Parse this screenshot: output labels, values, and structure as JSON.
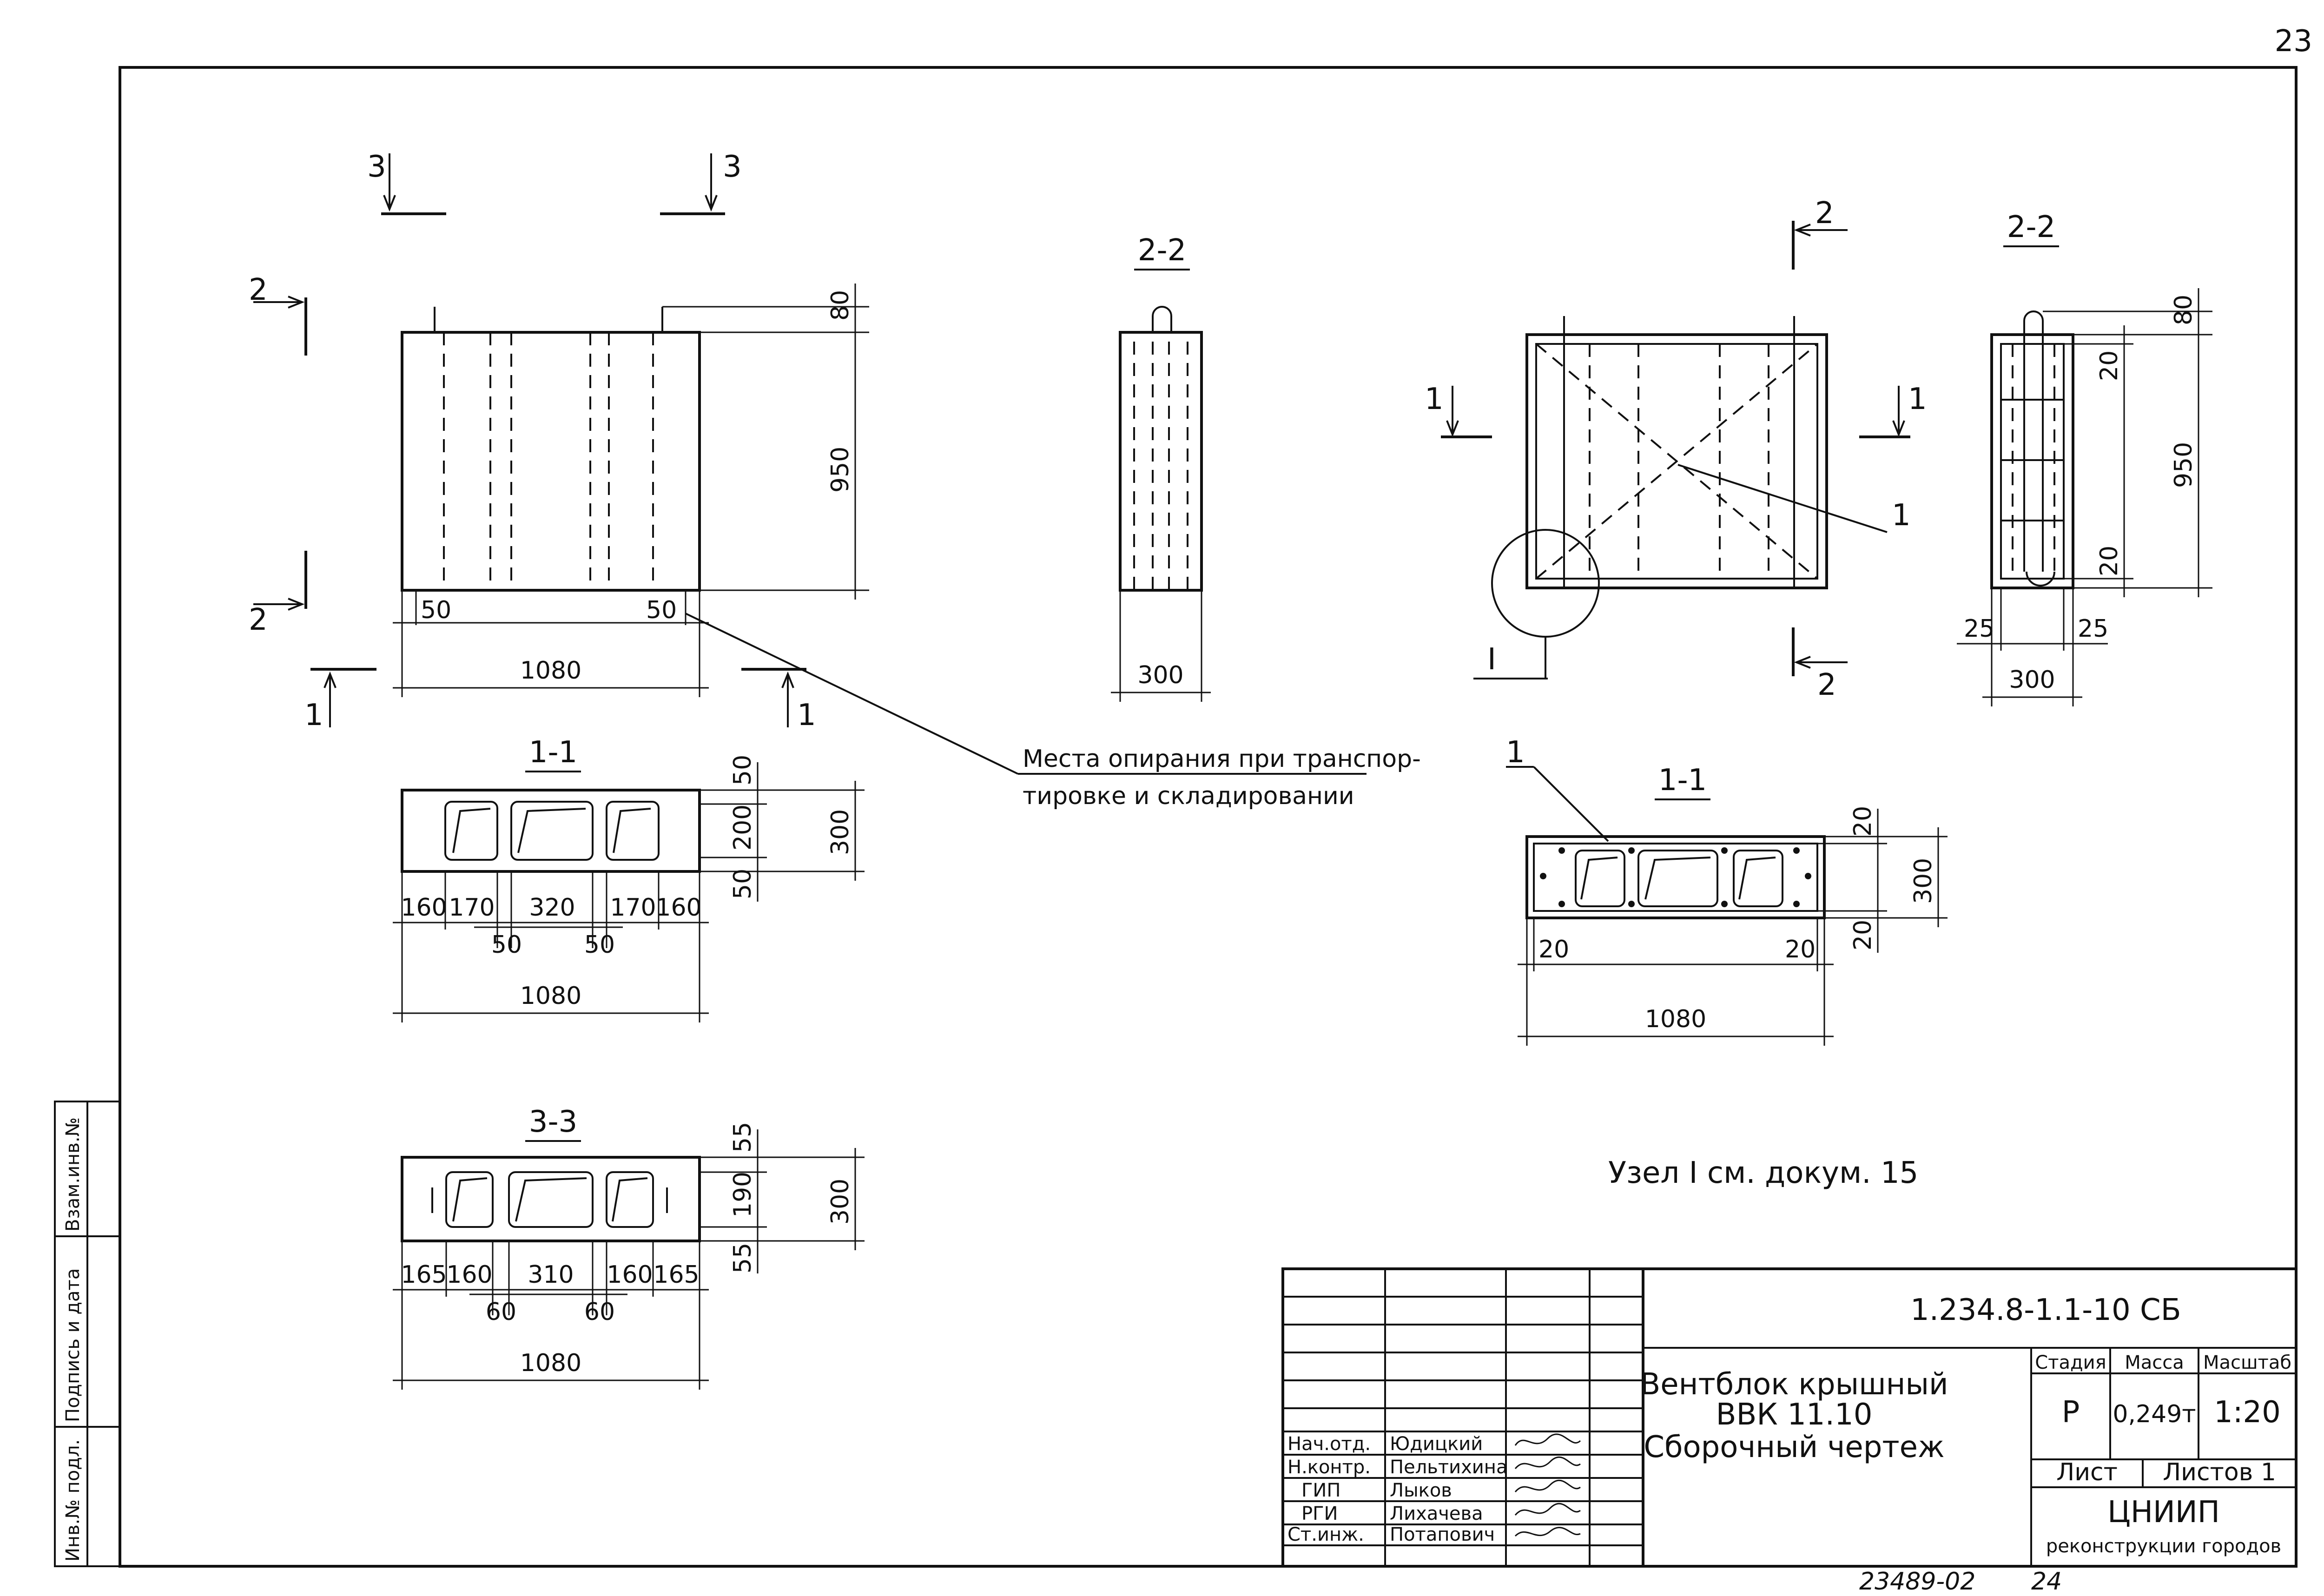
{
  "page": {
    "number": "23"
  },
  "views": {
    "front": {
      "dims": {
        "width": "1080",
        "height": "950",
        "top": "80",
        "support_left": "50",
        "support_right": "50"
      },
      "cuts": {
        "c3": "3",
        "c2": "2",
        "c1": "1"
      }
    },
    "side22": {
      "title": "2-2",
      "dims": {
        "width": "300"
      }
    },
    "sec11": {
      "title": "1-1",
      "dims": {
        "h_top": "50",
        "h_mid": "200",
        "h_bot": "50",
        "h_total": "300",
        "w1": "160",
        "w2": "170",
        "w3": "320",
        "w4": "170",
        "w5": "160",
        "wall1": "50",
        "wall2": "50",
        "total": "1080"
      }
    },
    "sec33": {
      "title": "3-3",
      "dims": {
        "h_top": "55",
        "h_mid": "190",
        "h_bot": "55",
        "h_total": "300",
        "w1": "165",
        "w2": "160",
        "w3": "310",
        "w4": "160",
        "w5": "165",
        "wall1": "60",
        "wall2": "60",
        "total": "1080"
      }
    },
    "note": {
      "line1": "Места опирания при транспор-",
      "line2": "тировке и складировании"
    },
    "rfront": {
      "cuts": {
        "c1": "1",
        "c2": "2"
      },
      "callout": "1",
      "node": "I"
    },
    "rside22": {
      "title": "2-2",
      "dims": {
        "top": "80",
        "height": "950",
        "cover_top": "20",
        "cover_bot": "20",
        "side_l": "25",
        "side_r": "25",
        "width": "300"
      }
    },
    "rsec11": {
      "title": "1-1",
      "callout": "1",
      "dims": {
        "top": "20",
        "total": "300",
        "bot": "20",
        "left": "20",
        "right": "20",
        "width": "1080"
      }
    },
    "node_note": "Узел I см. докум. 15"
  },
  "side_stamp": {
    "col1": "Взам.инв.№",
    "col2": "Подпись и дата",
    "col3": "Инв.№ подл."
  },
  "title_block": {
    "code": "1.234.8-1.1-10 СБ",
    "title_line1": "Вентблок крышный",
    "title_line2": "ВВК 11.10",
    "title_line3": "Сборочный чертеж",
    "stage_label": "Стадия",
    "mass_label": "Масса",
    "scale_label": "Масштаб",
    "stage": "Р",
    "mass": "0,249т",
    "scale": "1:20",
    "sheet_label": "Лист",
    "sheets_label": "Листов 1",
    "org_line1": "ЦНИИП",
    "org_line2": "реконструкции городов",
    "roles": [
      {
        "role": "Нач.отд.",
        "name": "Юдицкий"
      },
      {
        "role": "Н.контр.",
        "name": "Пельтихина"
      },
      {
        "role": "ГИП",
        "name": "Лыков"
      },
      {
        "role": "РГИ",
        "name": "Лихачева"
      },
      {
        "role": "Ст.инж.",
        "name": "Потапович"
      }
    ]
  },
  "footer": {
    "archive": "23489-02",
    "page": "24"
  }
}
